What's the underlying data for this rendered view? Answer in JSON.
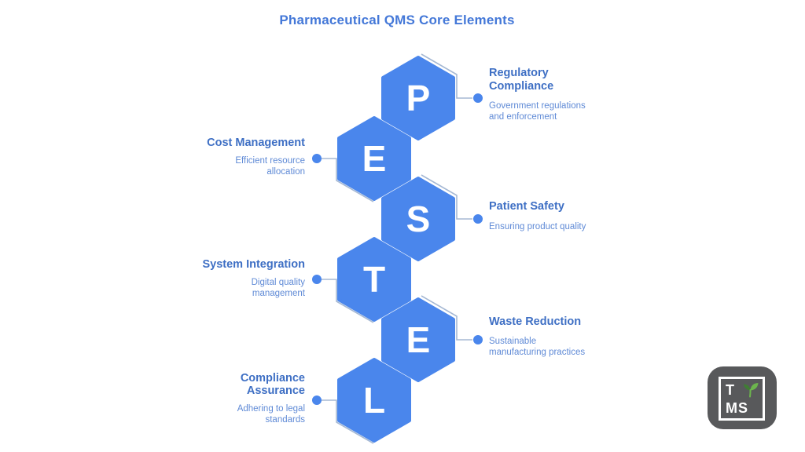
{
  "title": "Pharmaceutical QMS Core Elements",
  "acronym_letters": [
    "P",
    "E",
    "S",
    "T",
    "E",
    "L"
  ],
  "labels": [
    {
      "title": "Regulatory Compliance",
      "desc": "Government regulations and enforcement",
      "side": "right"
    },
    {
      "title": "Cost Management",
      "desc": "Efficient resource allocation",
      "side": "left"
    },
    {
      "title": "Patient Safety",
      "desc": "Ensuring product quality",
      "side": "right"
    },
    {
      "title": "System Integration",
      "desc": "Digital quality management",
      "side": "left"
    },
    {
      "title": "Waste Reduction",
      "desc": "Sustainable manufacturing practices",
      "side": "right"
    },
    {
      "title": "Compliance Assurance",
      "desc": "Adhering to legal standards",
      "side": "left"
    }
  ],
  "logo": {
    "top_text": "T",
    "bottom_text": "MS",
    "icon": "sprout-icon"
  },
  "colors": {
    "hexagon_fill": "#4a86ec",
    "hexagon_letter": "#ffffff",
    "heading_text": "#4478d8",
    "label_title_text": "#3e6fc4",
    "label_desc_text": "#5f8ad6",
    "connector_line": "#a6b9d4",
    "connector_dot": "#4a86ec",
    "logo_background": "#58595b",
    "sprout_dark_green": "#3f7d33",
    "sprout_light_green": "#6cb54d",
    "background": "#ffffff"
  }
}
